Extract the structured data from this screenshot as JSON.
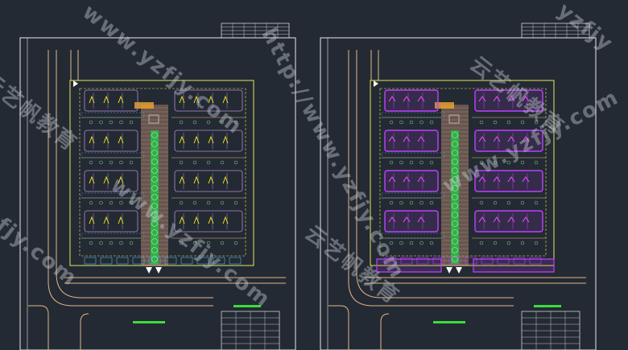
{
  "drawing": {
    "colors": {
      "background": "#232a33",
      "frame": "#e8e8e8",
      "road": "#e6b58a",
      "site_boundary": "#e6e65a",
      "building": "#b48ad6",
      "building_filled": "#c040ff",
      "plaza": "#a07a66",
      "plaza_grid": "#d8a0a0",
      "planting": "#2db84a",
      "accent_green": "#3cdc3c",
      "parking_blue": "#4fb4e8"
    },
    "sheets": [
      {
        "variant": "line",
        "block_rows": 4
      },
      {
        "variant": "filled",
        "block_rows": 4
      }
    ]
  },
  "watermarks": {
    "site": "www.yzfjy.com",
    "site_http": "http://www.yzfjy.com",
    "brand": "云艺帆教育",
    "short": "fjy.com",
    "corner": "yzfjy"
  }
}
